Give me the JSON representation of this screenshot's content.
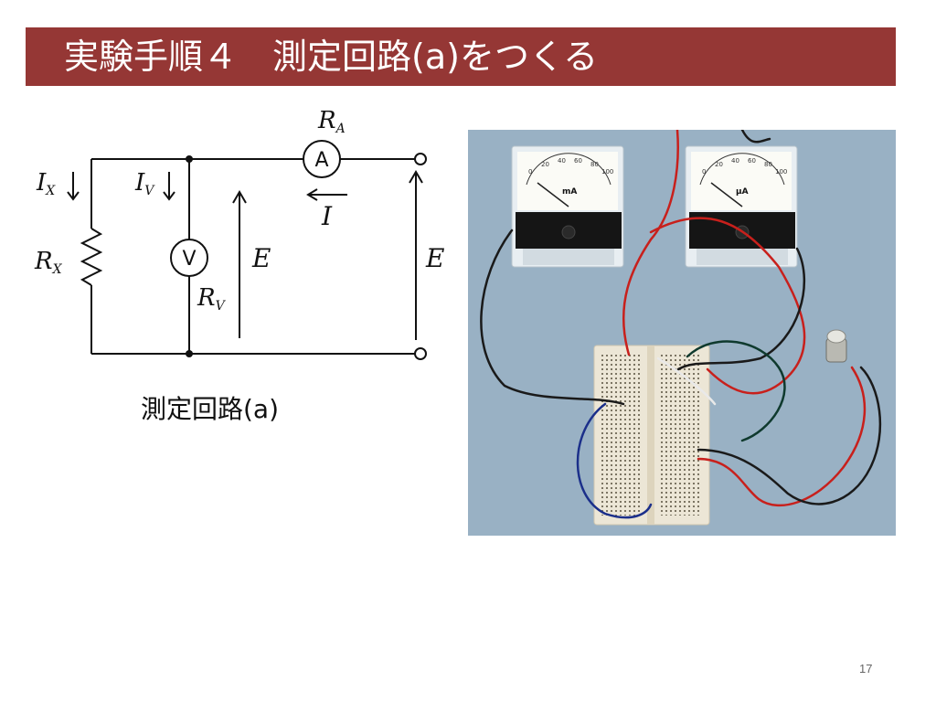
{
  "slide": {
    "title": "実験手順４　測定回路(a)をつくる",
    "caption": "測定回路(a)",
    "page_number": "17"
  },
  "circuit": {
    "labels": {
      "I_X_main": "I",
      "I_X_sub": "X",
      "R_X_main": "R",
      "R_X_sub": "X",
      "I_V_main": "I",
      "I_V_sub": "V",
      "R_V_main": "R",
      "R_V_sub": "V",
      "R_A_main": "R",
      "R_A_sub": "A",
      "ammeter_symbol": "A",
      "voltmeter_symbol": "V",
      "E_inner": "E",
      "E_outer": "E",
      "I": "I"
    }
  },
  "photo": {
    "meter_left": {
      "unit": "mA",
      "ticks": [
        "0",
        "20",
        "40",
        "60",
        "80",
        "100"
      ]
    },
    "meter_right": {
      "unit": "μA",
      "ticks": [
        "0",
        "20",
        "40",
        "60",
        "80",
        "100"
      ]
    }
  },
  "colors": {
    "title_bar": "#953735",
    "photo_background": "#9fb6c8",
    "wire_red": "#c8201c",
    "wire_black": "#1a1a1a",
    "wire_blue": "#1b2f8a",
    "wire_green": "#0f3a2e"
  }
}
